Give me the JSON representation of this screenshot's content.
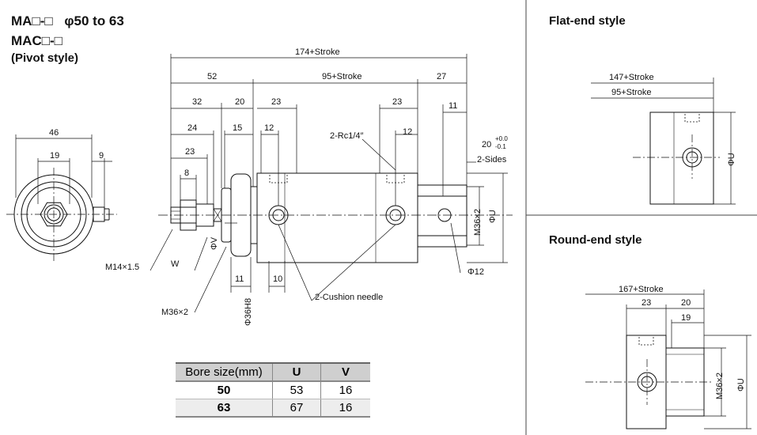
{
  "header": {
    "line1_model": "MA□-□",
    "line1_size": "φ50 to 63",
    "line2": "MAC□-□",
    "line3": "(Pivot style)"
  },
  "sections": {
    "flat_end": "Flat-end style",
    "round_end": "Round-end style"
  },
  "main_dims": {
    "overall": "174+Stroke",
    "d52": "52",
    "d95": "95+Stroke",
    "d27": "27",
    "d32": "32",
    "d20": "20",
    "d23a": "23",
    "d23b": "23",
    "d11": "11",
    "d24": "24",
    "d15": "15",
    "d12a": "12",
    "d12b": "12",
    "port": "2-Rc1/4″",
    "tol_nom": "20",
    "tol_up": "+0.0",
    "tol_low": "-0.1",
    "sides": "2-Sides",
    "d23c": "23",
    "d8": "8",
    "d46": "46",
    "d19": "19",
    "d9": "9",
    "m36": "M36×2",
    "phi_u": "ΦU",
    "phi_v": "ΦV",
    "m14": "M14×1.5",
    "w": "W",
    "m36b": "M36×2",
    "d11b": "11",
    "d10": "10",
    "phi36": "Φ36H8",
    "cushion": "2-Cushion needle",
    "phi12": "Φ12"
  },
  "flat_dims": {
    "d147": "147+Stroke",
    "d95": "95+Stroke",
    "phi_u": "ΦU"
  },
  "round_dims": {
    "d167": "167+Stroke",
    "d23": "23",
    "d20": "20",
    "d19": "19",
    "m36": "M36×2",
    "phi_u": "ΦU"
  },
  "bore_table": {
    "headers": [
      "Bore size(mm)",
      "U",
      "V"
    ],
    "rows": [
      [
        "50",
        "53",
        "16"
      ],
      [
        "63",
        "67",
        "16"
      ]
    ]
  }
}
